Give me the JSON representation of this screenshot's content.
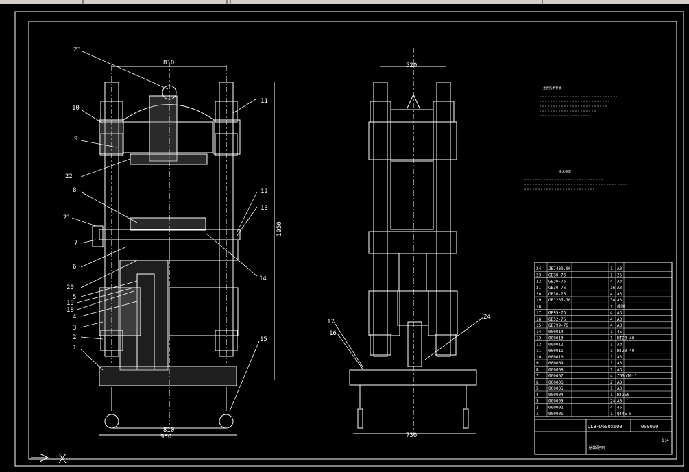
{
  "drawing": {
    "front_view": {
      "dim_top": "810",
      "dim_bottom_inner": "810",
      "dim_bottom_outer": "950",
      "dim_height": "1950",
      "callouts": [
        "23",
        "10",
        "9",
        "22",
        "8",
        "21",
        "7",
        "6",
        "20",
        "5",
        "19",
        "18",
        "4",
        "3",
        "2",
        "1",
        "11",
        "12",
        "13",
        "14",
        "15"
      ]
    },
    "side_view": {
      "dim_top": "520",
      "dim_bottom": "730",
      "callouts": [
        "17",
        "16",
        "24"
      ]
    },
    "tech_params_title": "主要技术参数",
    "tech_notes_title": "技术要求",
    "parts_table": [
      [
        "24",
        "JB7430.00",
        "",
        "1",
        "A3"
      ],
      [
        "23",
        "GB30-76",
        "",
        "1",
        "25"
      ],
      [
        "22",
        "GB30-76",
        "",
        "4",
        "A3"
      ],
      [
        "21",
        "GB30-76",
        "",
        "16",
        "A3"
      ],
      [
        "20",
        "GB30-76",
        "",
        "4",
        "A3"
      ],
      [
        "19",
        "GB1235-76",
        "",
        "34",
        "A3"
      ],
      [
        "18",
        "",
        "",
        "1",
        "橡胶"
      ],
      [
        "17",
        "GB95-76",
        "",
        "4",
        "A3"
      ],
      [
        "16",
        "GB52-76",
        "",
        "4",
        "A3"
      ],
      [
        "15",
        "GB799-76",
        "",
        "4",
        "A3"
      ],
      [
        "14",
        "000014",
        "",
        "1",
        "45"
      ],
      [
        "13",
        "000013",
        "",
        "1",
        "HT20-40"
      ],
      [
        "12",
        "000012",
        "",
        "1",
        "A3"
      ],
      [
        "11",
        "000011",
        "",
        "1",
        "HT20-40"
      ],
      [
        "10",
        "000010",
        "",
        "1",
        "A3"
      ],
      [
        "9",
        "000009",
        "",
        "1",
        "A3"
      ],
      [
        "8",
        "000008",
        "",
        "1",
        "A3"
      ],
      [
        "7",
        "000007",
        "",
        "4",
        "ZGSn10-1"
      ],
      [
        "6",
        "000006",
        "",
        "2",
        "A3"
      ],
      [
        "5",
        "000005",
        "",
        "1",
        "A3"
      ],
      [
        "4",
        "000004",
        "",
        "1",
        "HT250"
      ],
      [
        "3",
        "000003",
        "",
        "24",
        "A3"
      ],
      [
        "2",
        "000002",
        "",
        "4",
        "45"
      ],
      [
        "1",
        "000001",
        "",
        "1",
        "QT45-5"
      ]
    ],
    "title_block": {
      "drawing_no": "QLB-D600x600",
      "code": "000000",
      "scale": "1:4",
      "name_label": "总装配图"
    },
    "colors": {
      "background": "#000000",
      "lines": "#ffffff",
      "toolbar": "#d4d0c8"
    }
  }
}
